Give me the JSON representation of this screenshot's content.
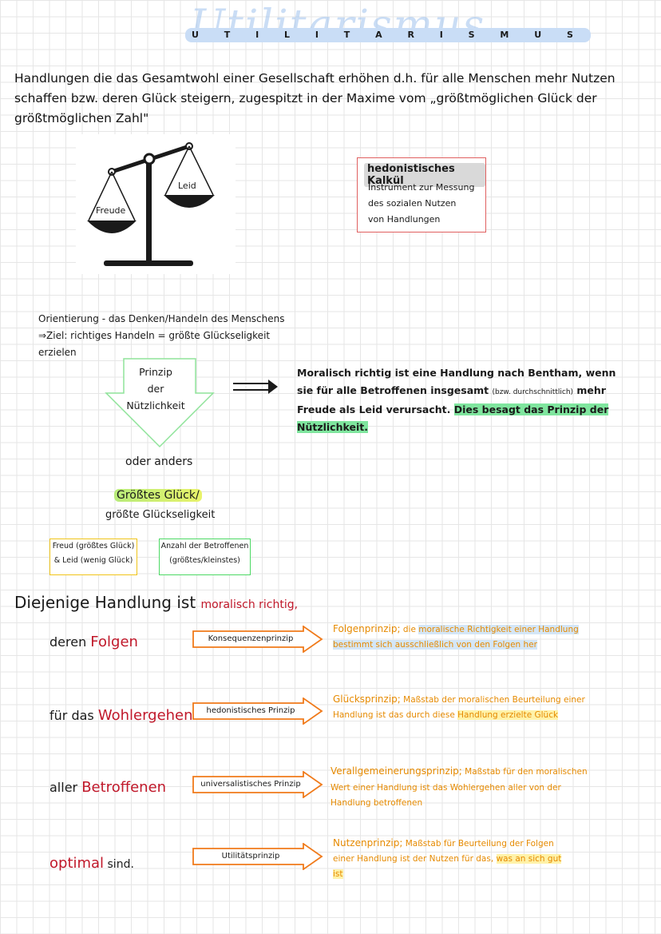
{
  "title": {
    "script": "Utilitarismus",
    "spaced": "U T I L I T A R I S M U S"
  },
  "definition": "Handlungen die das Gesamtwohl einer Gesellschaft erhöhen d.h. für alle Menschen mehr Nutzen schaffen bzw. deren Glück steigern, zugespitzt in der Maxime vom „größtmöglichen Glück der größtmöglichen Zahl\"",
  "scale": {
    "left_label": "Freude",
    "right_label": "Leid"
  },
  "hedonistic_box": {
    "title": "hedonistisches Kalkül",
    "lines": [
      "Instrument zur Messung",
      "des sozialen Nutzen",
      "von Handlungen"
    ]
  },
  "orientation": {
    "line1": "Orientierung -   das Denken/Handeln des Menschens",
    "line2": "⇒Ziel: richtiges Handeln = größte Glückseligkeit erzielen"
  },
  "principle_arrow": {
    "lines": [
      "Prinzip",
      "der",
      "Nützlichkeit"
    ]
  },
  "bentham": {
    "text_before": "Moralisch richtig ist eine Handlung nach Bentham, wenn sie für alle Betroffenen insgesamt ",
    "note": "(bzw. durchschnittlich)",
    "text_mid": " mehr Freude als Leid verursacht.",
    "highlight": "Dies besagt das Prinzip der Nützlichkeit."
  },
  "oder_anders": "oder anders",
  "groesstes_glueck": "Größtes Glück/",
  "groesste_glueckseligkeit": "größte Glückseligkeit",
  "box_yellow": {
    "line1": "Freud (größtes Glück)",
    "line2": "& Leid (wenig Glück)"
  },
  "box_green": {
    "line1": "Anzahl der Betroffenen",
    "line2": "(größtes/kleinstes)"
  },
  "diejenige": {
    "text": "Diejenige Handlung ist ",
    "red": "moralisch richtig,"
  },
  "rows": [
    {
      "left_text": "deren ",
      "left_red": "Folgen",
      "principle": "Konsequenzenprinzip",
      "lead": "Folgenprinzip;",
      "body_plain": " die ",
      "body_hl": "moralische Richtigkeit einer Handlung bestimmt sich ausschließlich von den Folgen her",
      "body_rest": ""
    },
    {
      "left_text": "für das ",
      "left_red": "Wohlergehen",
      "principle": "hedonistisches Prinzip",
      "lead": "Glücksprinzip;",
      "body_plain": " Maßstab der moralischen Beurteilung einer Handlung ist das durch diese ",
      "body_hl": "Handlung erzielte Glück",
      "body_rest": ""
    },
    {
      "left_text": "aller ",
      "left_red": "Betroffenen",
      "principle": "universalistisches Prinzip",
      "lead": "Verallgemeinerungsprinzip;",
      "body_plain": " Maßstab für den moralischen Wert einer Handlung ist das Wohlergehen aller von der Handlung betroffenen",
      "body_hl": "",
      "body_rest": ""
    },
    {
      "left_text": " sind.",
      "left_red": "optimal",
      "principle": "Utilitätsprinzip",
      "lead": "Nutzenprinzip;",
      "body_plain": " Maßstab für Beurteilung der Folgen einer Handlung ist der Nutzen für das, ",
      "body_hl": "was an sich gut ist",
      "body_rest": ""
    }
  ],
  "colors": {
    "accent_orange": "#e68a00",
    "red_text": "#c0182a",
    "green_highlight": "#7fe59e",
    "blue_highlight": "#d4e6f7"
  }
}
